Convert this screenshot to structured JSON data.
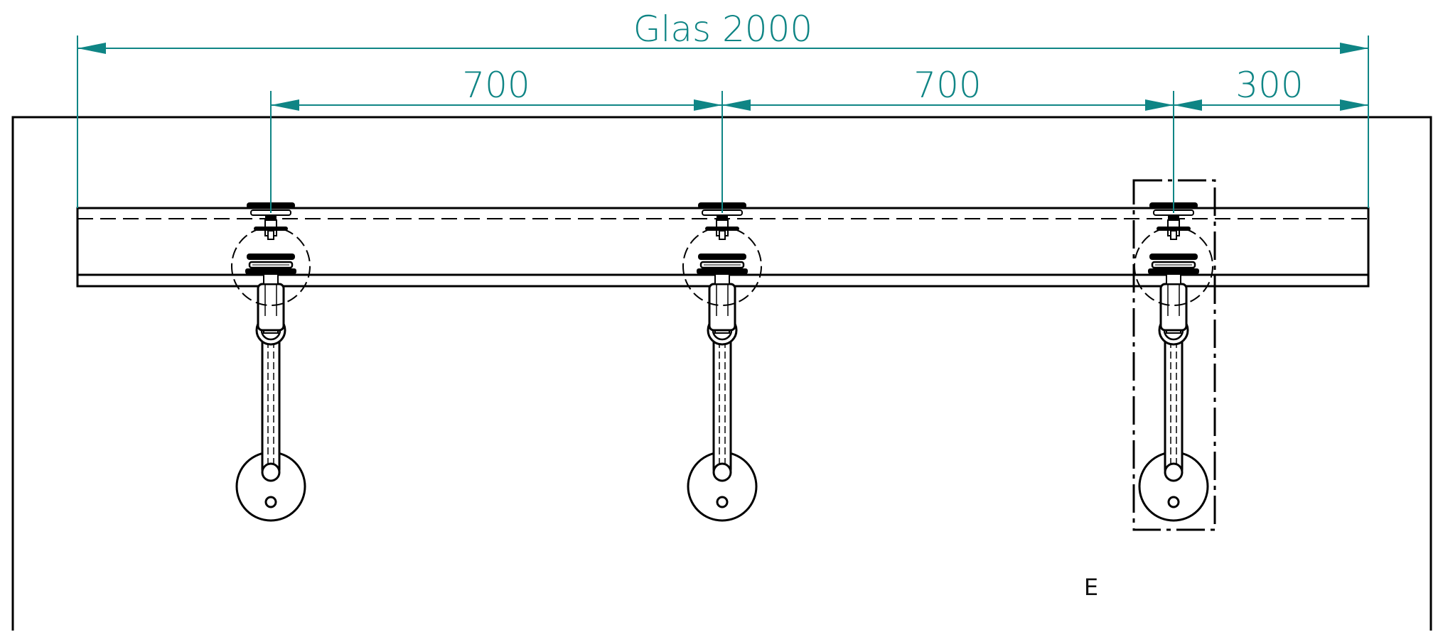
{
  "drawing": {
    "title_dimension": "Glas 2000",
    "spacing_dimensions": [
      "700",
      "700",
      "300"
    ],
    "view_label": "E",
    "colors": {
      "dimension": "#0f8585",
      "outline": "#000000",
      "background": "#ffffff"
    }
  }
}
